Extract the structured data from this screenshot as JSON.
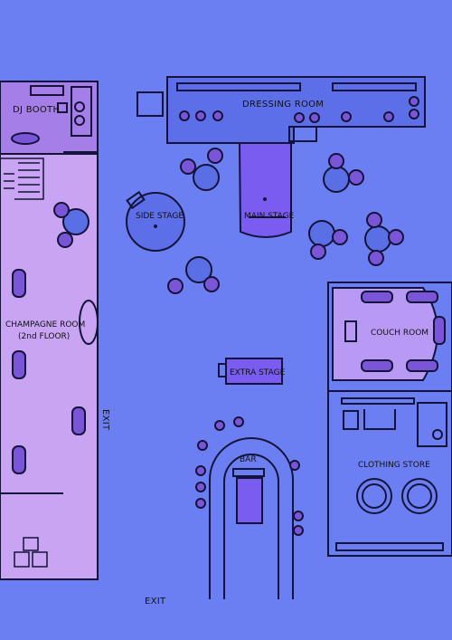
{
  "colors": {
    "background": "#6b7ff2",
    "champagne_room": "#c9a4f2",
    "dj_booth": "#a57ee8",
    "dressing_room": "#5d6fe8",
    "main_stage": "#7b5cf0",
    "couch_room": "#b89af5",
    "table": "#5a6fe6",
    "seat": "#7b55d8",
    "outline": "#14143a"
  },
  "labels": {
    "dj_booth": "DJ BOOTH",
    "dressing_room": "DRESSING ROOM",
    "side_stage": "SIDE STAGE",
    "main_stage": "MAIN STAGE",
    "champagne_room_line1": "CHAMPAGNE ROOM",
    "champagne_room_line2": "(2nd FLOOR)",
    "couch_room": "COUCH ROOM",
    "extra_stage": "EXTRA STAGE",
    "bar": "BAR",
    "clothing_store": "CLOTHING STORE",
    "exit_side": "EXIT",
    "exit_bottom": "EXIT"
  }
}
